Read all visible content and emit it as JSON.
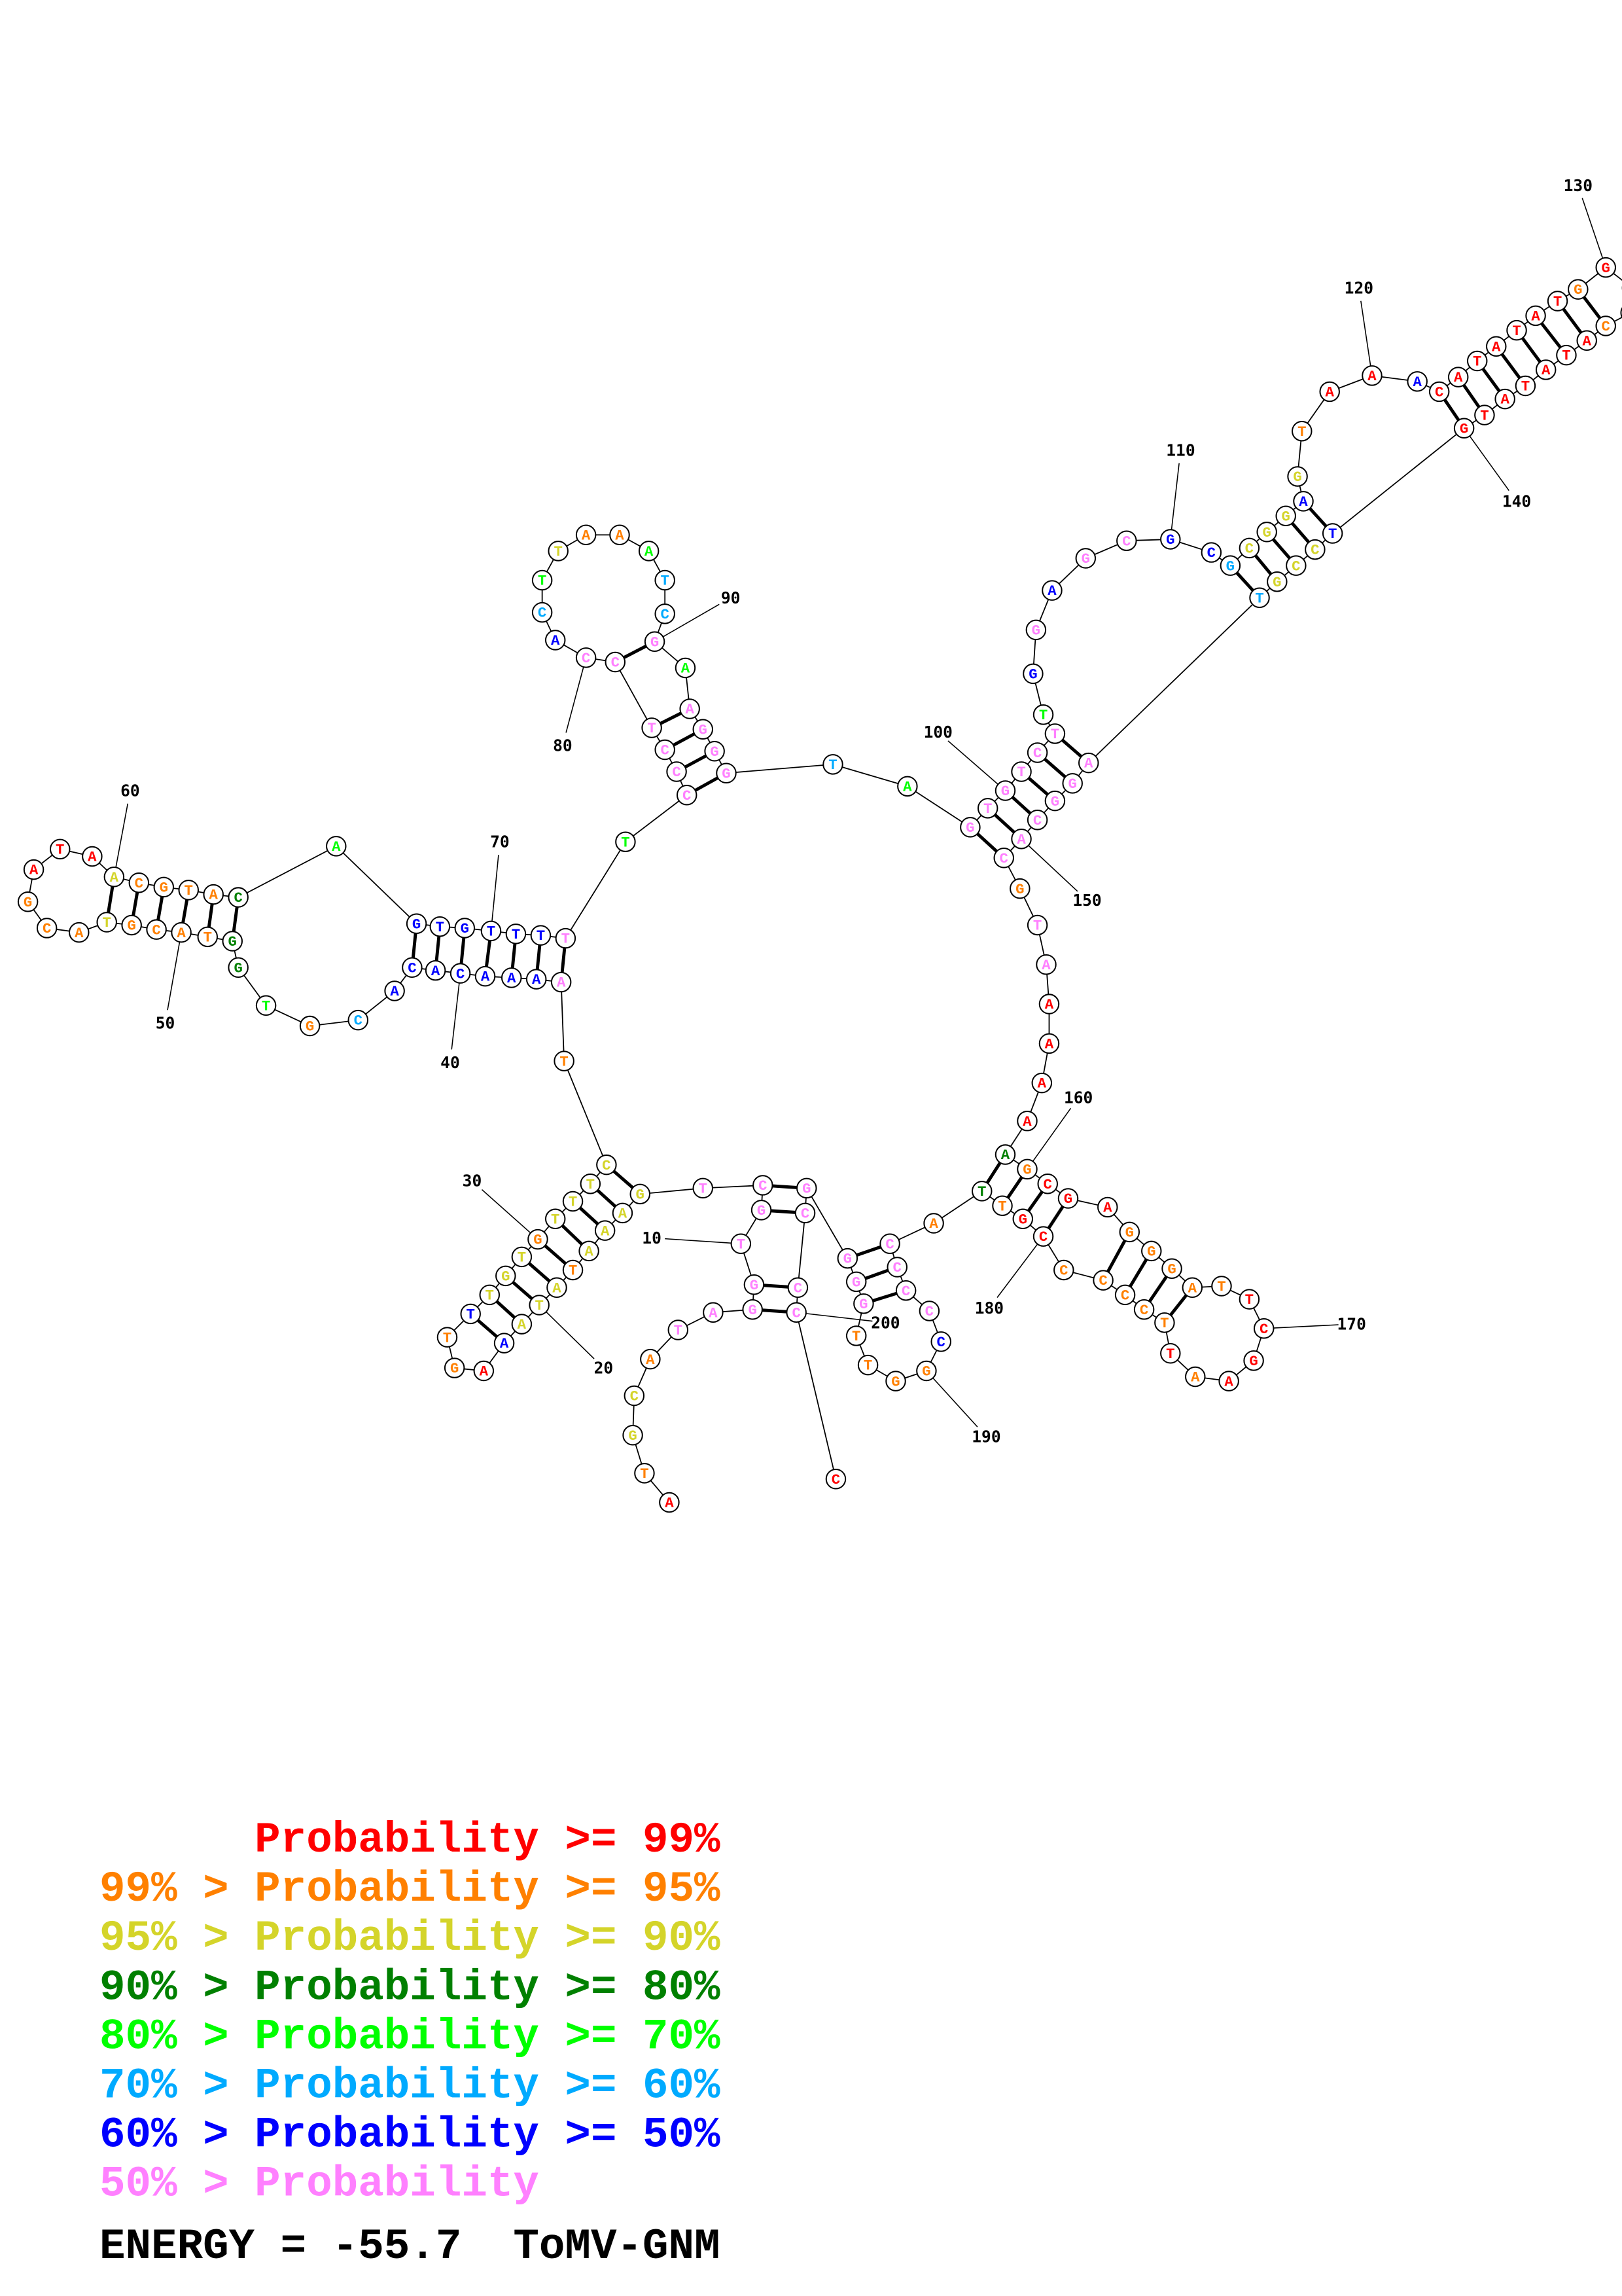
{
  "colors": {
    "r": "#ff0000",
    "o": "#ff8000",
    "y": "#d4d42a",
    "g": "#008000",
    "l": "#00ff00",
    "c": "#00aaff",
    "b": "#0000ff",
    "p": "#ff80ff"
  },
  "sequence": [
    {
      "n": 1,
      "base": "A",
      "cls": "r"
    },
    {
      "n": 2,
      "base": "T",
      "cls": "o"
    },
    {
      "n": 3,
      "base": "G",
      "cls": "y"
    },
    {
      "n": 4,
      "base": "C",
      "cls": "y"
    },
    {
      "n": 5,
      "base": "A",
      "cls": "o"
    },
    {
      "n": 6,
      "base": "T",
      "cls": "p"
    },
    {
      "n": 7,
      "base": "A",
      "cls": "p"
    },
    {
      "n": 8,
      "base": "G",
      "cls": "p"
    },
    {
      "n": 9,
      "base": "G",
      "cls": "p"
    },
    {
      "n": 10,
      "base": "T",
      "cls": "p"
    },
    {
      "n": 11,
      "base": "G",
      "cls": "p"
    },
    {
      "n": 12,
      "base": "C",
      "cls": "p"
    },
    {
      "n": 13,
      "base": "T",
      "cls": "p"
    },
    {
      "n": 14,
      "base": "G",
      "cls": "y"
    },
    {
      "n": 15,
      "base": "A",
      "cls": "y"
    },
    {
      "n": 16,
      "base": "A",
      "cls": "y"
    },
    {
      "n": 17,
      "base": "A",
      "cls": "y"
    },
    {
      "n": 18,
      "base": "T",
      "cls": "o"
    },
    {
      "n": 19,
      "base": "A",
      "cls": "y"
    },
    {
      "n": 20,
      "base": "T",
      "cls": "y"
    },
    {
      "n": 21,
      "base": "A",
      "cls": "y"
    },
    {
      "n": 22,
      "base": "A",
      "cls": "b"
    },
    {
      "n": 23,
      "base": "A",
      "cls": "r"
    },
    {
      "n": 24,
      "base": "G",
      "cls": "o"
    },
    {
      "n": 25,
      "base": "T",
      "cls": "o"
    },
    {
      "n": 26,
      "base": "T",
      "cls": "b"
    },
    {
      "n": 27,
      "base": "T",
      "cls": "y"
    },
    {
      "n": 28,
      "base": "G",
      "cls": "y"
    },
    {
      "n": 29,
      "base": "T",
      "cls": "y"
    },
    {
      "n": 30,
      "base": "G",
      "cls": "o"
    },
    {
      "n": 31,
      "base": "T",
      "cls": "y"
    },
    {
      "n": 32,
      "base": "T",
      "cls": "y"
    },
    {
      "n": 33,
      "base": "T",
      "cls": "y"
    },
    {
      "n": 34,
      "base": "C",
      "cls": "y"
    },
    {
      "n": 35,
      "base": "T",
      "cls": "o"
    },
    {
      "n": 36,
      "base": "A",
      "cls": "p"
    },
    {
      "n": 37,
      "base": "A",
      "cls": "b"
    },
    {
      "n": 38,
      "base": "A",
      "cls": "b"
    },
    {
      "n": 39,
      "base": "A",
      "cls": "b"
    },
    {
      "n": 40,
      "base": "C",
      "cls": "b"
    },
    {
      "n": 41,
      "base": "A",
      "cls": "b"
    },
    {
      "n": 42,
      "base": "C",
      "cls": "b"
    },
    {
      "n": 43,
      "base": "A",
      "cls": "b"
    },
    {
      "n": 44,
      "base": "C",
      "cls": "c"
    },
    {
      "n": 45,
      "base": "G",
      "cls": "o"
    },
    {
      "n": 46,
      "base": "T",
      "cls": "l"
    },
    {
      "n": 47,
      "base": "G",
      "cls": "g"
    },
    {
      "n": 48,
      "base": "G",
      "cls": "g"
    },
    {
      "n": 49,
      "base": "T",
      "cls": "o"
    },
    {
      "n": 50,
      "base": "A",
      "cls": "o"
    },
    {
      "n": 51,
      "base": "C",
      "cls": "o"
    },
    {
      "n": 52,
      "base": "G",
      "cls": "o"
    },
    {
      "n": 53,
      "base": "T",
      "cls": "y"
    },
    {
      "n": 54,
      "base": "A",
      "cls": "o"
    },
    {
      "n": 55,
      "base": "C",
      "cls": "o"
    },
    {
      "n": 56,
      "base": "G",
      "cls": "o"
    },
    {
      "n": 57,
      "base": "A",
      "cls": "r"
    },
    {
      "n": 58,
      "base": "T",
      "cls": "r"
    },
    {
      "n": 59,
      "base": "A",
      "cls": "r"
    },
    {
      "n": 60,
      "base": "A",
      "cls": "y"
    },
    {
      "n": 61,
      "base": "C",
      "cls": "o"
    },
    {
      "n": 62,
      "base": "G",
      "cls": "o"
    },
    {
      "n": 63,
      "base": "T",
      "cls": "o"
    },
    {
      "n": 64,
      "base": "A",
      "cls": "o"
    },
    {
      "n": 65,
      "base": "C",
      "cls": "g"
    },
    {
      "n": 66,
      "base": "A",
      "cls": "l"
    },
    {
      "n": 67,
      "base": "G",
      "cls": "b"
    },
    {
      "n": 68,
      "base": "T",
      "cls": "b"
    },
    {
      "n": 69,
      "base": "G",
      "cls": "b"
    },
    {
      "n": 70,
      "base": "T",
      "cls": "b"
    },
    {
      "n": 71,
      "base": "T",
      "cls": "b"
    },
    {
      "n": 72,
      "base": "T",
      "cls": "b"
    },
    {
      "n": 73,
      "base": "T",
      "cls": "p"
    },
    {
      "n": 74,
      "base": "T",
      "cls": "l"
    },
    {
      "n": 75,
      "base": "C",
      "cls": "p"
    },
    {
      "n": 76,
      "base": "C",
      "cls": "p"
    },
    {
      "n": 77,
      "base": "C",
      "cls": "p"
    },
    {
      "n": 78,
      "base": "T",
      "cls": "p"
    },
    {
      "n": 79,
      "base": "C",
      "cls": "p"
    },
    {
      "n": 80,
      "base": "C",
      "cls": "p"
    },
    {
      "n": 81,
      "base": "A",
      "cls": "b"
    },
    {
      "n": 82,
      "base": "C",
      "cls": "c"
    },
    {
      "n": 83,
      "base": "T",
      "cls": "l"
    },
    {
      "n": 84,
      "base": "T",
      "cls": "y"
    },
    {
      "n": 85,
      "base": "A",
      "cls": "o"
    },
    {
      "n": 86,
      "base": "A",
      "cls": "o"
    },
    {
      "n": 87,
      "base": "A",
      "cls": "l"
    },
    {
      "n": 88,
      "base": "T",
      "cls": "c"
    },
    {
      "n": 89,
      "base": "C",
      "cls": "c"
    },
    {
      "n": 90,
      "base": "G",
      "cls": "p"
    },
    {
      "n": 91,
      "base": "A",
      "cls": "l"
    },
    {
      "n": 92,
      "base": "A",
      "cls": "p"
    },
    {
      "n": 93,
      "base": "G",
      "cls": "p"
    },
    {
      "n": 94,
      "base": "G",
      "cls": "p"
    },
    {
      "n": 95,
      "base": "G",
      "cls": "p"
    },
    {
      "n": 96,
      "base": "T",
      "cls": "c"
    },
    {
      "n": 97,
      "base": "A",
      "cls": "l"
    },
    {
      "n": 98,
      "base": "G",
      "cls": "p"
    },
    {
      "n": 99,
      "base": "T",
      "cls": "p"
    },
    {
      "n": 100,
      "base": "G",
      "cls": "p"
    },
    {
      "n": 101,
      "base": "T",
      "cls": "p"
    },
    {
      "n": 102,
      "base": "C",
      "cls": "p"
    },
    {
      "n": 103,
      "base": "T",
      "cls": "p"
    },
    {
      "n": 104,
      "base": "T",
      "cls": "l"
    },
    {
      "n": 105,
      "base": "G",
      "cls": "b"
    },
    {
      "n": 106,
      "base": "G",
      "cls": "p"
    },
    {
      "n": 107,
      "base": "A",
      "cls": "b"
    },
    {
      "n": 108,
      "base": "G",
      "cls": "p"
    },
    {
      "n": 109,
      "base": "C",
      "cls": "p"
    },
    {
      "n": 110,
      "base": "G",
      "cls": "b"
    },
    {
      "n": 111,
      "base": "C",
      "cls": "b"
    },
    {
      "n": 112,
      "base": "G",
      "cls": "c"
    },
    {
      "n": 113,
      "base": "C",
      "cls": "y"
    },
    {
      "n": 114,
      "base": "G",
      "cls": "y"
    },
    {
      "n": 115,
      "base": "G",
      "cls": "y"
    },
    {
      "n": 116,
      "base": "A",
      "cls": "b"
    },
    {
      "n": 117,
      "base": "G",
      "cls": "y"
    },
    {
      "n": 118,
      "base": "T",
      "cls": "o"
    },
    {
      "n": 119,
      "base": "A",
      "cls": "r"
    },
    {
      "n": 120,
      "base": "A",
      "cls": "r"
    },
    {
      "n": 121,
      "base": "A",
      "cls": "b"
    },
    {
      "n": 122,
      "base": "C",
      "cls": "r"
    },
    {
      "n": 123,
      "base": "A",
      "cls": "r"
    },
    {
      "n": 124,
      "base": "T",
      "cls": "r"
    },
    {
      "n": 125,
      "base": "A",
      "cls": "r"
    },
    {
      "n": 126,
      "base": "T",
      "cls": "r"
    },
    {
      "n": 127,
      "base": "A",
      "cls": "r"
    },
    {
      "n": 128,
      "base": "T",
      "cls": "r"
    },
    {
      "n": 129,
      "base": "G",
      "cls": "o"
    },
    {
      "n": 130,
      "base": "G",
      "cls": "r"
    },
    {
      "n": 133,
      "base": "C",
      "cls": "o"
    },
    {
      "n": 134,
      "base": "A",
      "cls": "r"
    },
    {
      "n": 135,
      "base": "T",
      "cls": "r"
    },
    {
      "n": 136,
      "base": "A",
      "cls": "r"
    },
    {
      "n": 137,
      "base": "T",
      "cls": "r"
    },
    {
      "n": 138,
      "base": "A",
      "cls": "r"
    },
    {
      "n": 139,
      "base": "T",
      "cls": "r"
    },
    {
      "n": 140,
      "base": "G",
      "cls": "r"
    },
    {
      "n": 141,
      "base": "T",
      "cls": "b"
    },
    {
      "n": 142,
      "base": "C",
      "cls": "y"
    },
    {
      "n": 143,
      "base": "C",
      "cls": "y"
    },
    {
      "n": 144,
      "base": "G",
      "cls": "y"
    },
    {
      "n": 145,
      "base": "T",
      "cls": "c"
    },
    {
      "n": 146,
      "base": "A",
      "cls": "p"
    },
    {
      "n": 147,
      "base": "G",
      "cls": "p"
    },
    {
      "n": 148,
      "base": "G",
      "cls": "p"
    },
    {
      "n": 149,
      "base": "C",
      "cls": "p"
    },
    {
      "n": 150,
      "base": "A",
      "cls": "p"
    },
    {
      "n": 151,
      "base": "C",
      "cls": "p"
    },
    {
      "n": 152,
      "base": "G",
      "cls": "o"
    },
    {
      "n": 153,
      "base": "T",
      "cls": "p"
    },
    {
      "n": 154,
      "base": "A",
      "cls": "p"
    },
    {
      "n": 155,
      "base": "A",
      "cls": "r"
    },
    {
      "n": 156,
      "base": "A",
      "cls": "r"
    },
    {
      "n": 157,
      "base": "A",
      "cls": "r"
    },
    {
      "n": 158,
      "base": "A",
      "cls": "r"
    },
    {
      "n": 159,
      "base": "A",
      "cls": "g"
    },
    {
      "n": 160,
      "base": "G",
      "cls": "o"
    },
    {
      "n": 161,
      "base": "C",
      "cls": "r"
    },
    {
      "n": 162,
      "base": "G",
      "cls": "r"
    },
    {
      "n": 163,
      "base": "A",
      "cls": "r"
    },
    {
      "n": 164,
      "base": "G",
      "cls": "o"
    },
    {
      "n": 165,
      "base": "G",
      "cls": "o"
    },
    {
      "n": 166,
      "base": "G",
      "cls": "o"
    },
    {
      "n": 167,
      "base": "A",
      "cls": "o"
    },
    {
      "n": 168,
      "base": "T",
      "cls": "o"
    },
    {
      "n": 169,
      "base": "T",
      "cls": "r"
    },
    {
      "n": 170,
      "base": "C",
      "cls": "r"
    },
    {
      "n": 171,
      "base": "G",
      "cls": "r"
    },
    {
      "n": 172,
      "base": "A",
      "cls": "r"
    },
    {
      "n": 173,
      "base": "A",
      "cls": "o"
    },
    {
      "n": 174,
      "base": "T",
      "cls": "r"
    },
    {
      "n": 175,
      "base": "T",
      "cls": "o"
    },
    {
      "n": 176,
      "base": "C",
      "cls": "o"
    },
    {
      "n": 177,
      "base": "C",
      "cls": "o"
    },
    {
      "n": 178,
      "base": "C",
      "cls": "o"
    },
    {
      "n": 179,
      "base": "C",
      "cls": "o"
    },
    {
      "n": 180,
      "base": "C",
      "cls": "r"
    },
    {
      "n": 181,
      "base": "G",
      "cls": "r"
    },
    {
      "n": 182,
      "base": "T",
      "cls": "o"
    },
    {
      "n": 183,
      "base": "T",
      "cls": "g"
    },
    {
      "n": 184,
      "base": "A",
      "cls": "o"
    },
    {
      "n": 185,
      "base": "C",
      "cls": "p"
    },
    {
      "n": 186,
      "base": "C",
      "cls": "p"
    },
    {
      "n": 187,
      "base": "C",
      "cls": "p"
    },
    {
      "n": 188,
      "base": "C",
      "cls": "p"
    },
    {
      "n": 189,
      "base": "C",
      "cls": "b"
    },
    {
      "n": 190,
      "base": "G",
      "cls": "o"
    },
    {
      "n": 191,
      "base": "G",
      "cls": "o"
    },
    {
      "n": 192,
      "base": "T",
      "cls": "o"
    },
    {
      "n": 193,
      "base": "T",
      "cls": "o"
    },
    {
      "n": 194,
      "base": "G",
      "cls": "p"
    },
    {
      "n": 195,
      "base": "G",
      "cls": "p"
    },
    {
      "n": 196,
      "base": "G",
      "cls": "p"
    },
    {
      "n": 197,
      "base": "G",
      "cls": "p"
    },
    {
      "n": 198,
      "base": "C",
      "cls": "p"
    },
    {
      "n": 199,
      "base": "C",
      "cls": "p"
    },
    {
      "n": 200,
      "base": "C",
      "cls": "p"
    },
    {
      "n": 201,
      "base": "C",
      "cls": "r"
    }
  ],
  "pairs": [
    [
      8,
      200
    ],
    [
      9,
      199
    ],
    [
      11,
      198
    ],
    [
      12,
      197
    ],
    [
      14,
      34
    ],
    [
      15,
      33
    ],
    [
      16,
      32
    ],
    [
      17,
      31
    ],
    [
      18,
      30
    ],
    [
      19,
      29
    ],
    [
      20,
      28
    ],
    [
      21,
      27
    ],
    [
      22,
      26
    ],
    [
      36,
      73
    ],
    [
      37,
      72
    ],
    [
      38,
      71
    ],
    [
      39,
      70
    ],
    [
      40,
      69
    ],
    [
      41,
      68
    ],
    [
      42,
      67
    ],
    [
      48,
      65
    ],
    [
      49,
      64
    ],
    [
      50,
      63
    ],
    [
      51,
      62
    ],
    [
      52,
      61
    ],
    [
      53,
      60
    ],
    [
      75,
      95
    ],
    [
      76,
      94
    ],
    [
      77,
      93
    ],
    [
      78,
      92
    ],
    [
      79,
      90
    ],
    [
      98,
      151
    ],
    [
      99,
      150
    ],
    [
      100,
      149
    ],
    [
      101,
      148
    ],
    [
      102,
      147
    ],
    [
      103,
      146
    ],
    [
      112,
      145
    ],
    [
      113,
      144
    ],
    [
      114,
      143
    ],
    [
      115,
      142
    ],
    [
      116,
      141
    ],
    [
      122,
      140
    ],
    [
      123,
      139
    ],
    [
      124,
      138
    ],
    [
      125,
      137
    ],
    [
      126,
      136
    ],
    [
      127,
      135
    ],
    [
      128,
      134
    ],
    [
      129,
      133
    ],
    [
      159,
      183
    ],
    [
      160,
      182
    ],
    [
      161,
      181
    ],
    [
      162,
      180
    ],
    [
      164,
      178
    ],
    [
      165,
      177
    ],
    [
      166,
      176
    ],
    [
      167,
      175
    ],
    [
      185,
      196
    ],
    [
      186,
      195
    ],
    [
      187,
      194
    ]
  ],
  "position_labels": [
    "10",
    "20",
    "30",
    "40",
    "50",
    "60",
    "70",
    "80",
    "90",
    "100",
    "110",
    "120",
    "130",
    "140",
    "150",
    "160",
    "170",
    "180",
    "190",
    "200"
  ],
  "legend": [
    {
      "text": "      Probability >= 99%",
      "cls": "r"
    },
    {
      "text": "99% > Probability >= 95%",
      "cls": "o"
    },
    {
      "text": "95% > Probability >= 90%",
      "cls": "y"
    },
    {
      "text": "90% > Probability >= 80%",
      "cls": "g"
    },
    {
      "text": "80% > Probability >= 70%",
      "cls": "l"
    },
    {
      "text": "70% > Probability >= 60%",
      "cls": "c"
    },
    {
      "text": "60% > Probability >= 50%",
      "cls": "b"
    },
    {
      "text": "50% > Probability",
      "cls": "p"
    }
  ],
  "footer": {
    "energy": "ENERGY = -55.7  ToMV-GNM"
  }
}
